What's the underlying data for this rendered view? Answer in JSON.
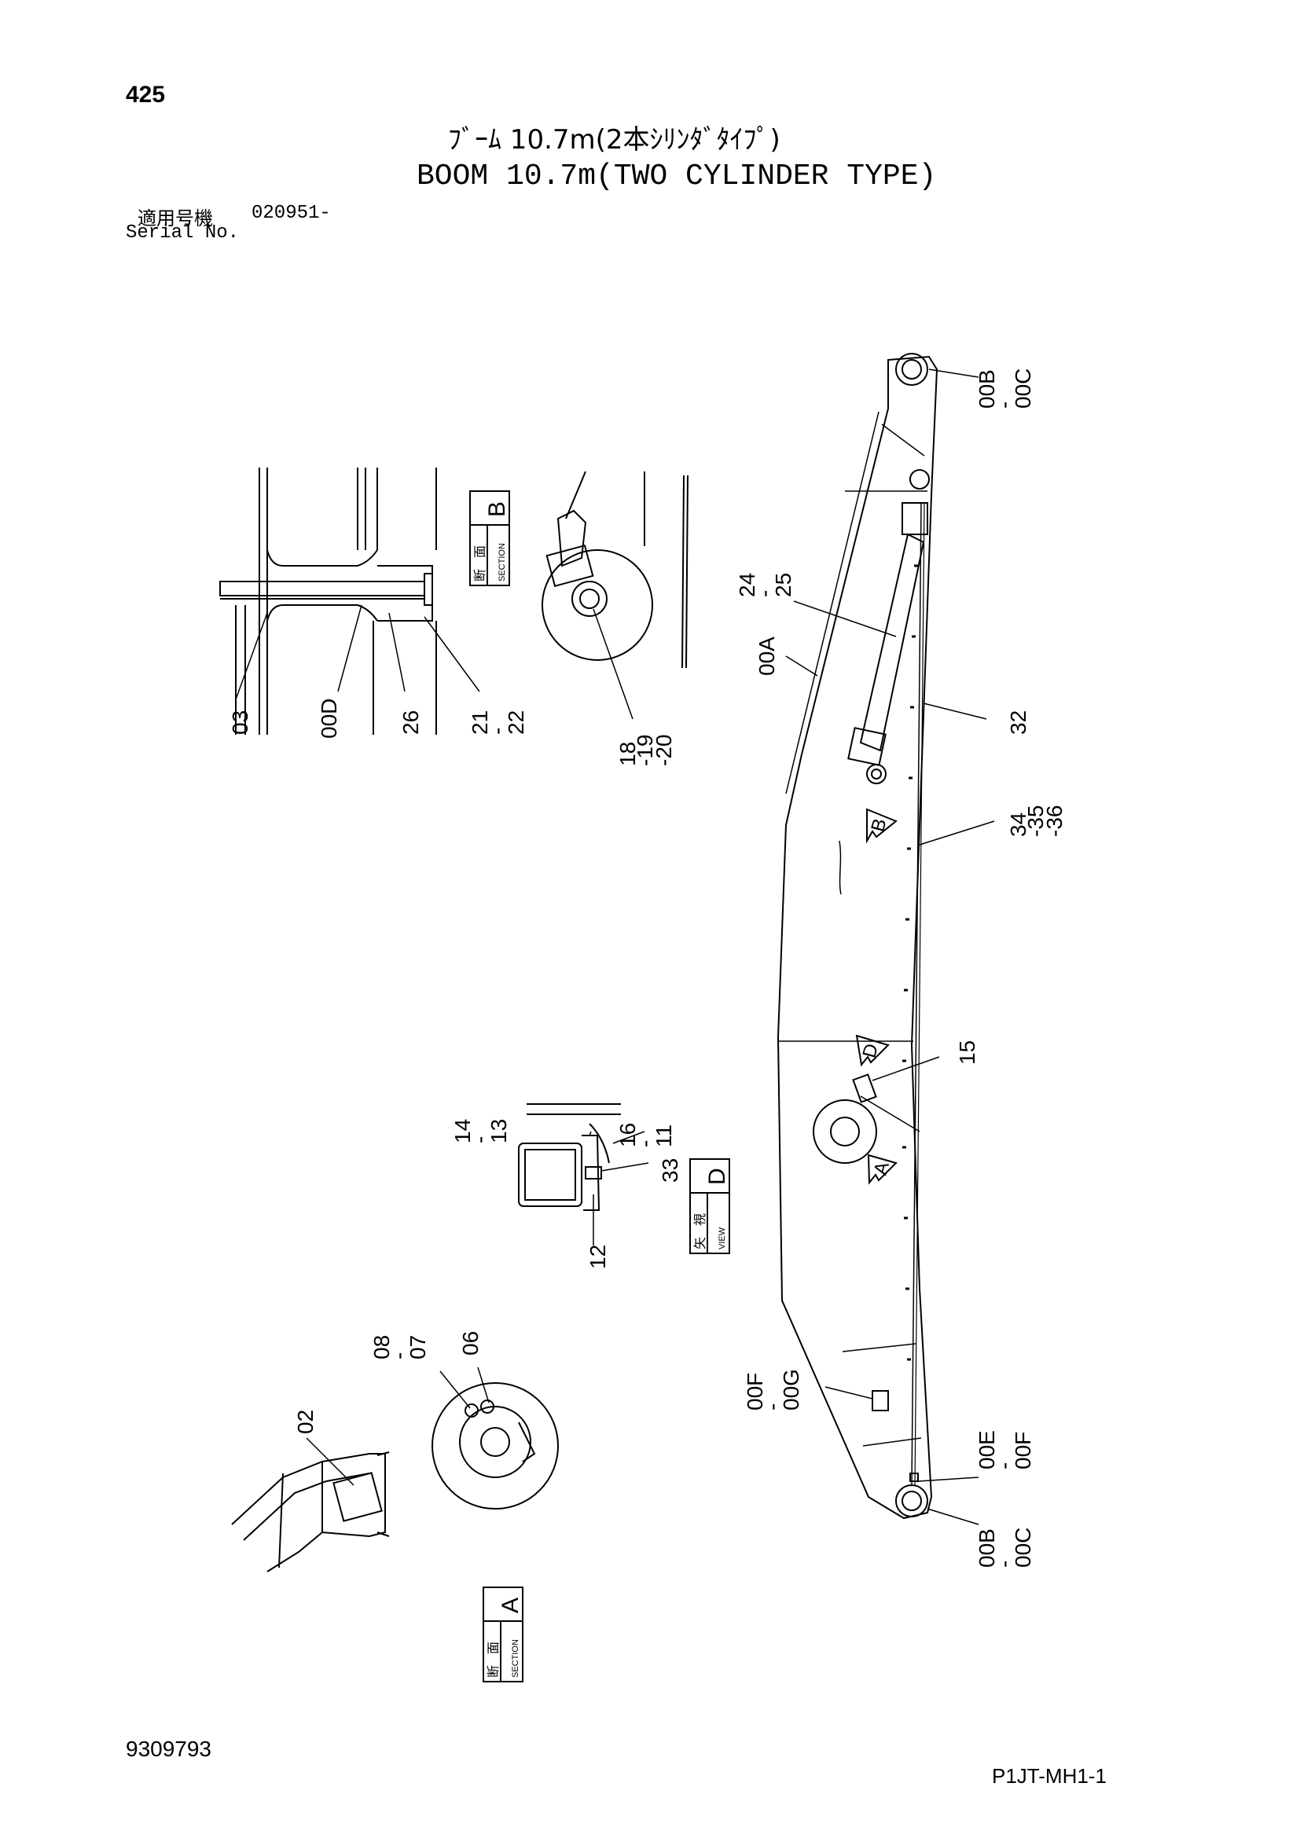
{
  "header": {
    "page_number": "425",
    "title_jp": "ﾌﾞｰﾑ 10.7m(2本ｼﾘﾝﾀﾞﾀｲﾌﾟ)",
    "title_en": "BOOM 10.7m(TWO CYLINDER TYPE)",
    "serial_label_jp": "適用号機",
    "serial_value": "020951-",
    "serial_label_en": "Serial No."
  },
  "footer": {
    "doc_number": "9309793",
    "code": "P1JT-MH1-1"
  },
  "section_boxes": {
    "section_b": {
      "jp_top": "断",
      "jp_bottom": "面",
      "en": "SECTION",
      "letter": "B"
    },
    "view_d": {
      "jp_top": "矢",
      "jp_bottom": "視",
      "en": "VIEW",
      "letter": "D"
    },
    "section_a": {
      "jp_top": "断",
      "jp_bottom": "面",
      "en": "SECTION",
      "letter": "A"
    }
  },
  "view_markers": {
    "b": "B",
    "d": "D",
    "a": "A"
  },
  "callouts": {
    "c00b_00c_top": [
      "00B",
      "-",
      "00C"
    ],
    "c24_25": [
      "24",
      "-",
      "25"
    ],
    "c00a": [
      "00A"
    ],
    "c32": [
      "32"
    ],
    "c34_36": [
      "34",
      "-35",
      "-36"
    ],
    "c15": [
      "15"
    ],
    "c00f_00g": [
      "00F",
      "-",
      "00G"
    ],
    "c00e_00f": [
      "00E",
      "-",
      "00F"
    ],
    "c00b_00c_bottom": [
      "00B",
      "-",
      "00C"
    ],
    "c03": [
      "03"
    ],
    "c00d": [
      "00D"
    ],
    "c26": [
      "26"
    ],
    "c21_22": [
      "21",
      "-",
      "22"
    ],
    "c18_20": [
      "18",
      "-19",
      "-20"
    ],
    "c14_13": [
      "14",
      "-",
      "13"
    ],
    "c16_11": [
      "16",
      "-",
      "11"
    ],
    "c33": [
      "33"
    ],
    "c12": [
      "12"
    ],
    "c08_07": [
      "08",
      "-",
      "07"
    ],
    "c06": [
      "06"
    ],
    "c02": [
      "02"
    ]
  },
  "colors": {
    "line": "#000000",
    "background": "#ffffff"
  }
}
